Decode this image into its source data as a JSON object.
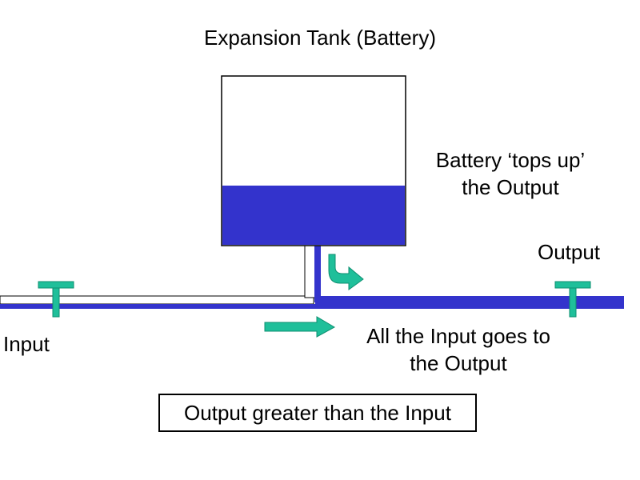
{
  "title": "Expansion Tank (Battery)",
  "battery_note": [
    "Battery ‘tops up’",
    "the Output"
  ],
  "output_label": "Output",
  "input_label": "Input",
  "input_note": [
    "All the Input goes to",
    "the Output"
  ],
  "conclusion": "Output greater than the Input",
  "colors": {
    "water": "#3333CC",
    "valve_and_arrows": "#1FBF9A",
    "outline": "#000000",
    "background": "#FFFFFF"
  },
  "tank_fill_fraction": 0.35
}
